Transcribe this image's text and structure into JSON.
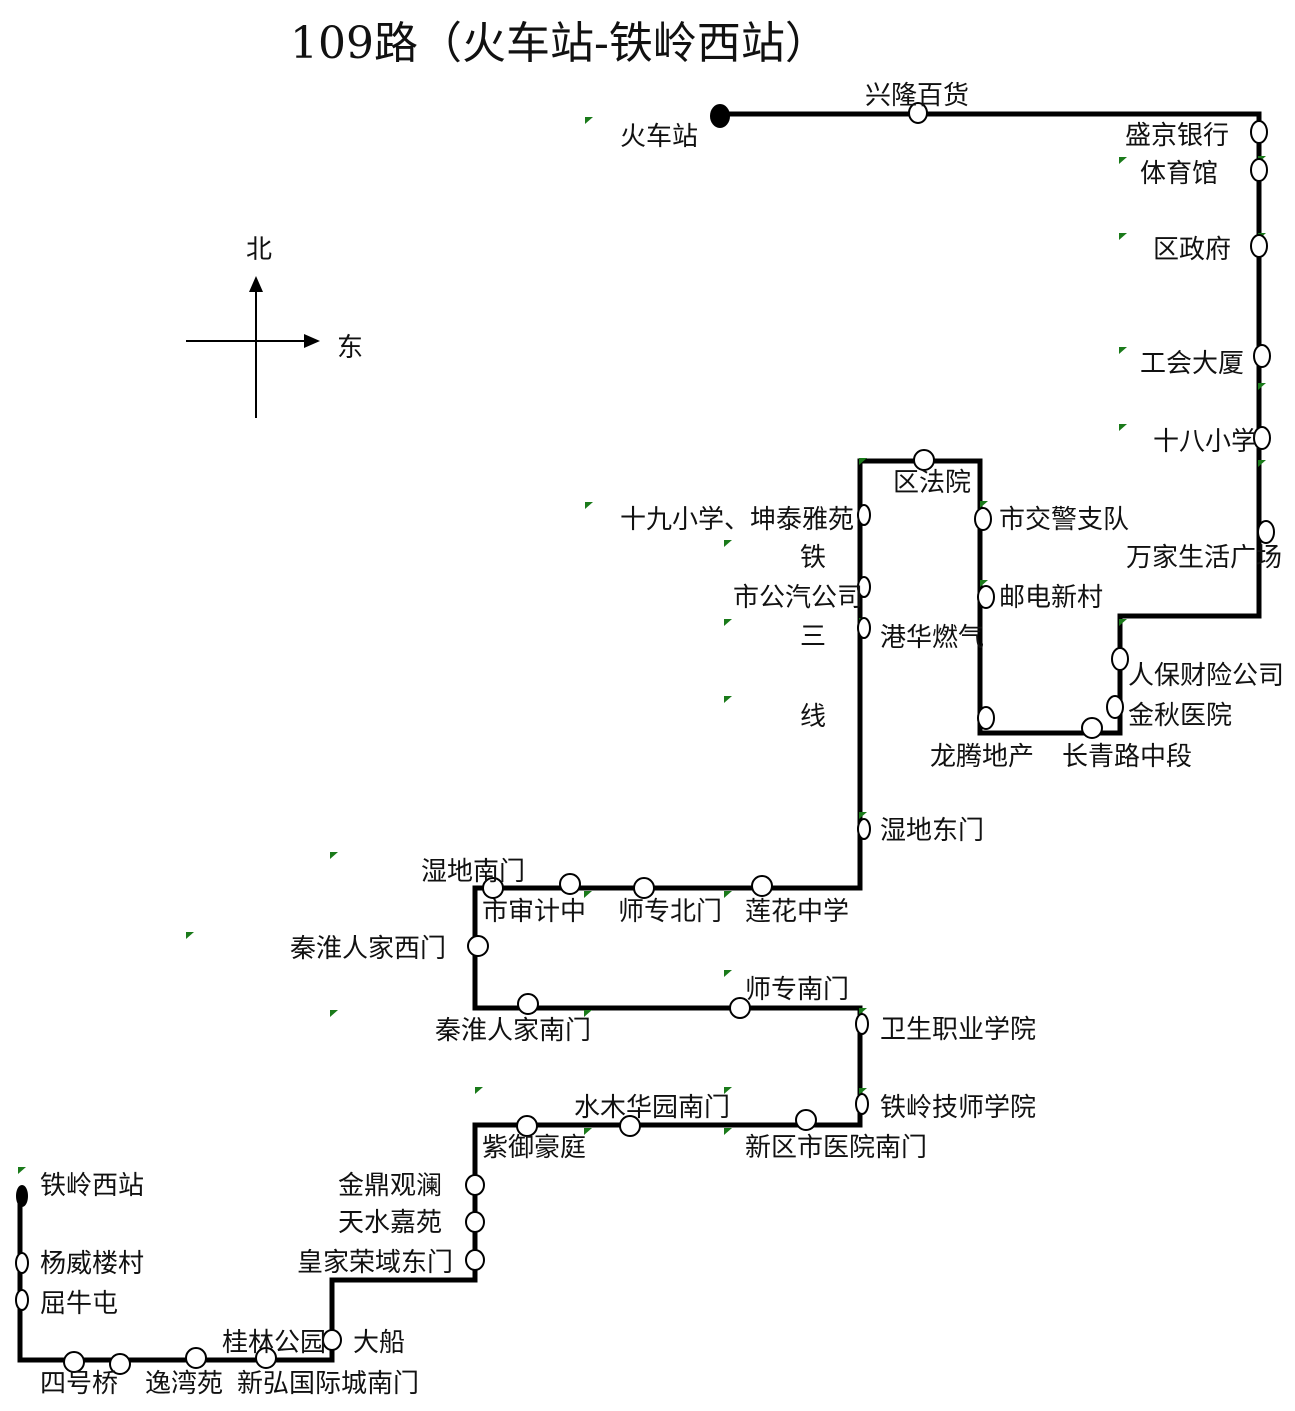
{
  "title": "109路（火车站-铁岭西站）",
  "compass": {
    "north": "北",
    "east": "东"
  },
  "railway_label": [
    "铁",
    "三",
    "线"
  ],
  "colors": {
    "route": "#000000",
    "text": "#111111",
    "highlight": "#d42020",
    "marker": "#1a7a1a"
  },
  "stops": [
    {
      "name": "火车站",
      "terminal": true
    },
    {
      "name": "兴隆百货"
    },
    {
      "name": "盛京银行"
    },
    {
      "name": "体育馆"
    },
    {
      "name": "区政府"
    },
    {
      "name": "工会大厦"
    },
    {
      "name": "十八小学"
    },
    {
      "name": "万家生活广场"
    },
    {
      "name": "人保财险公司"
    },
    {
      "name": "金秋医院"
    },
    {
      "name": "长青路中段"
    },
    {
      "name": "龙腾地产"
    },
    {
      "name": "邮电新村"
    },
    {
      "name": "市交警支队"
    },
    {
      "name": "区法院"
    },
    {
      "name": "十九小学、坤泰雅苑"
    },
    {
      "name": "市公汽公司"
    },
    {
      "name": "港华燃气"
    },
    {
      "name": "湿地东门"
    },
    {
      "name": "莲花中学"
    },
    {
      "name": "师专北门"
    },
    {
      "name": "市审计中"
    },
    {
      "name": "湿地南门"
    },
    {
      "name": "秦淮人家西门"
    },
    {
      "name": "秦淮人家南门"
    },
    {
      "name": "师专南门"
    },
    {
      "name": "卫生职业学院"
    },
    {
      "name": "铁岭技师学院"
    },
    {
      "name": "新区市医院南门"
    },
    {
      "name": "水木华园南门"
    },
    {
      "name": "紫御豪庭"
    },
    {
      "name": "金鼎观澜"
    },
    {
      "name": "天水嘉苑"
    },
    {
      "name": "皇家荣域东门"
    },
    {
      "name": "大船"
    },
    {
      "name": "桂林公园"
    },
    {
      "name": "新弘国际城南门"
    },
    {
      "name": "逸湾苑"
    },
    {
      "name": "四号桥"
    },
    {
      "name": "屈牛屯"
    },
    {
      "name": "杨威楼村",
      "highlight": true
    },
    {
      "name": "铁岭西站",
      "terminal": true
    }
  ]
}
